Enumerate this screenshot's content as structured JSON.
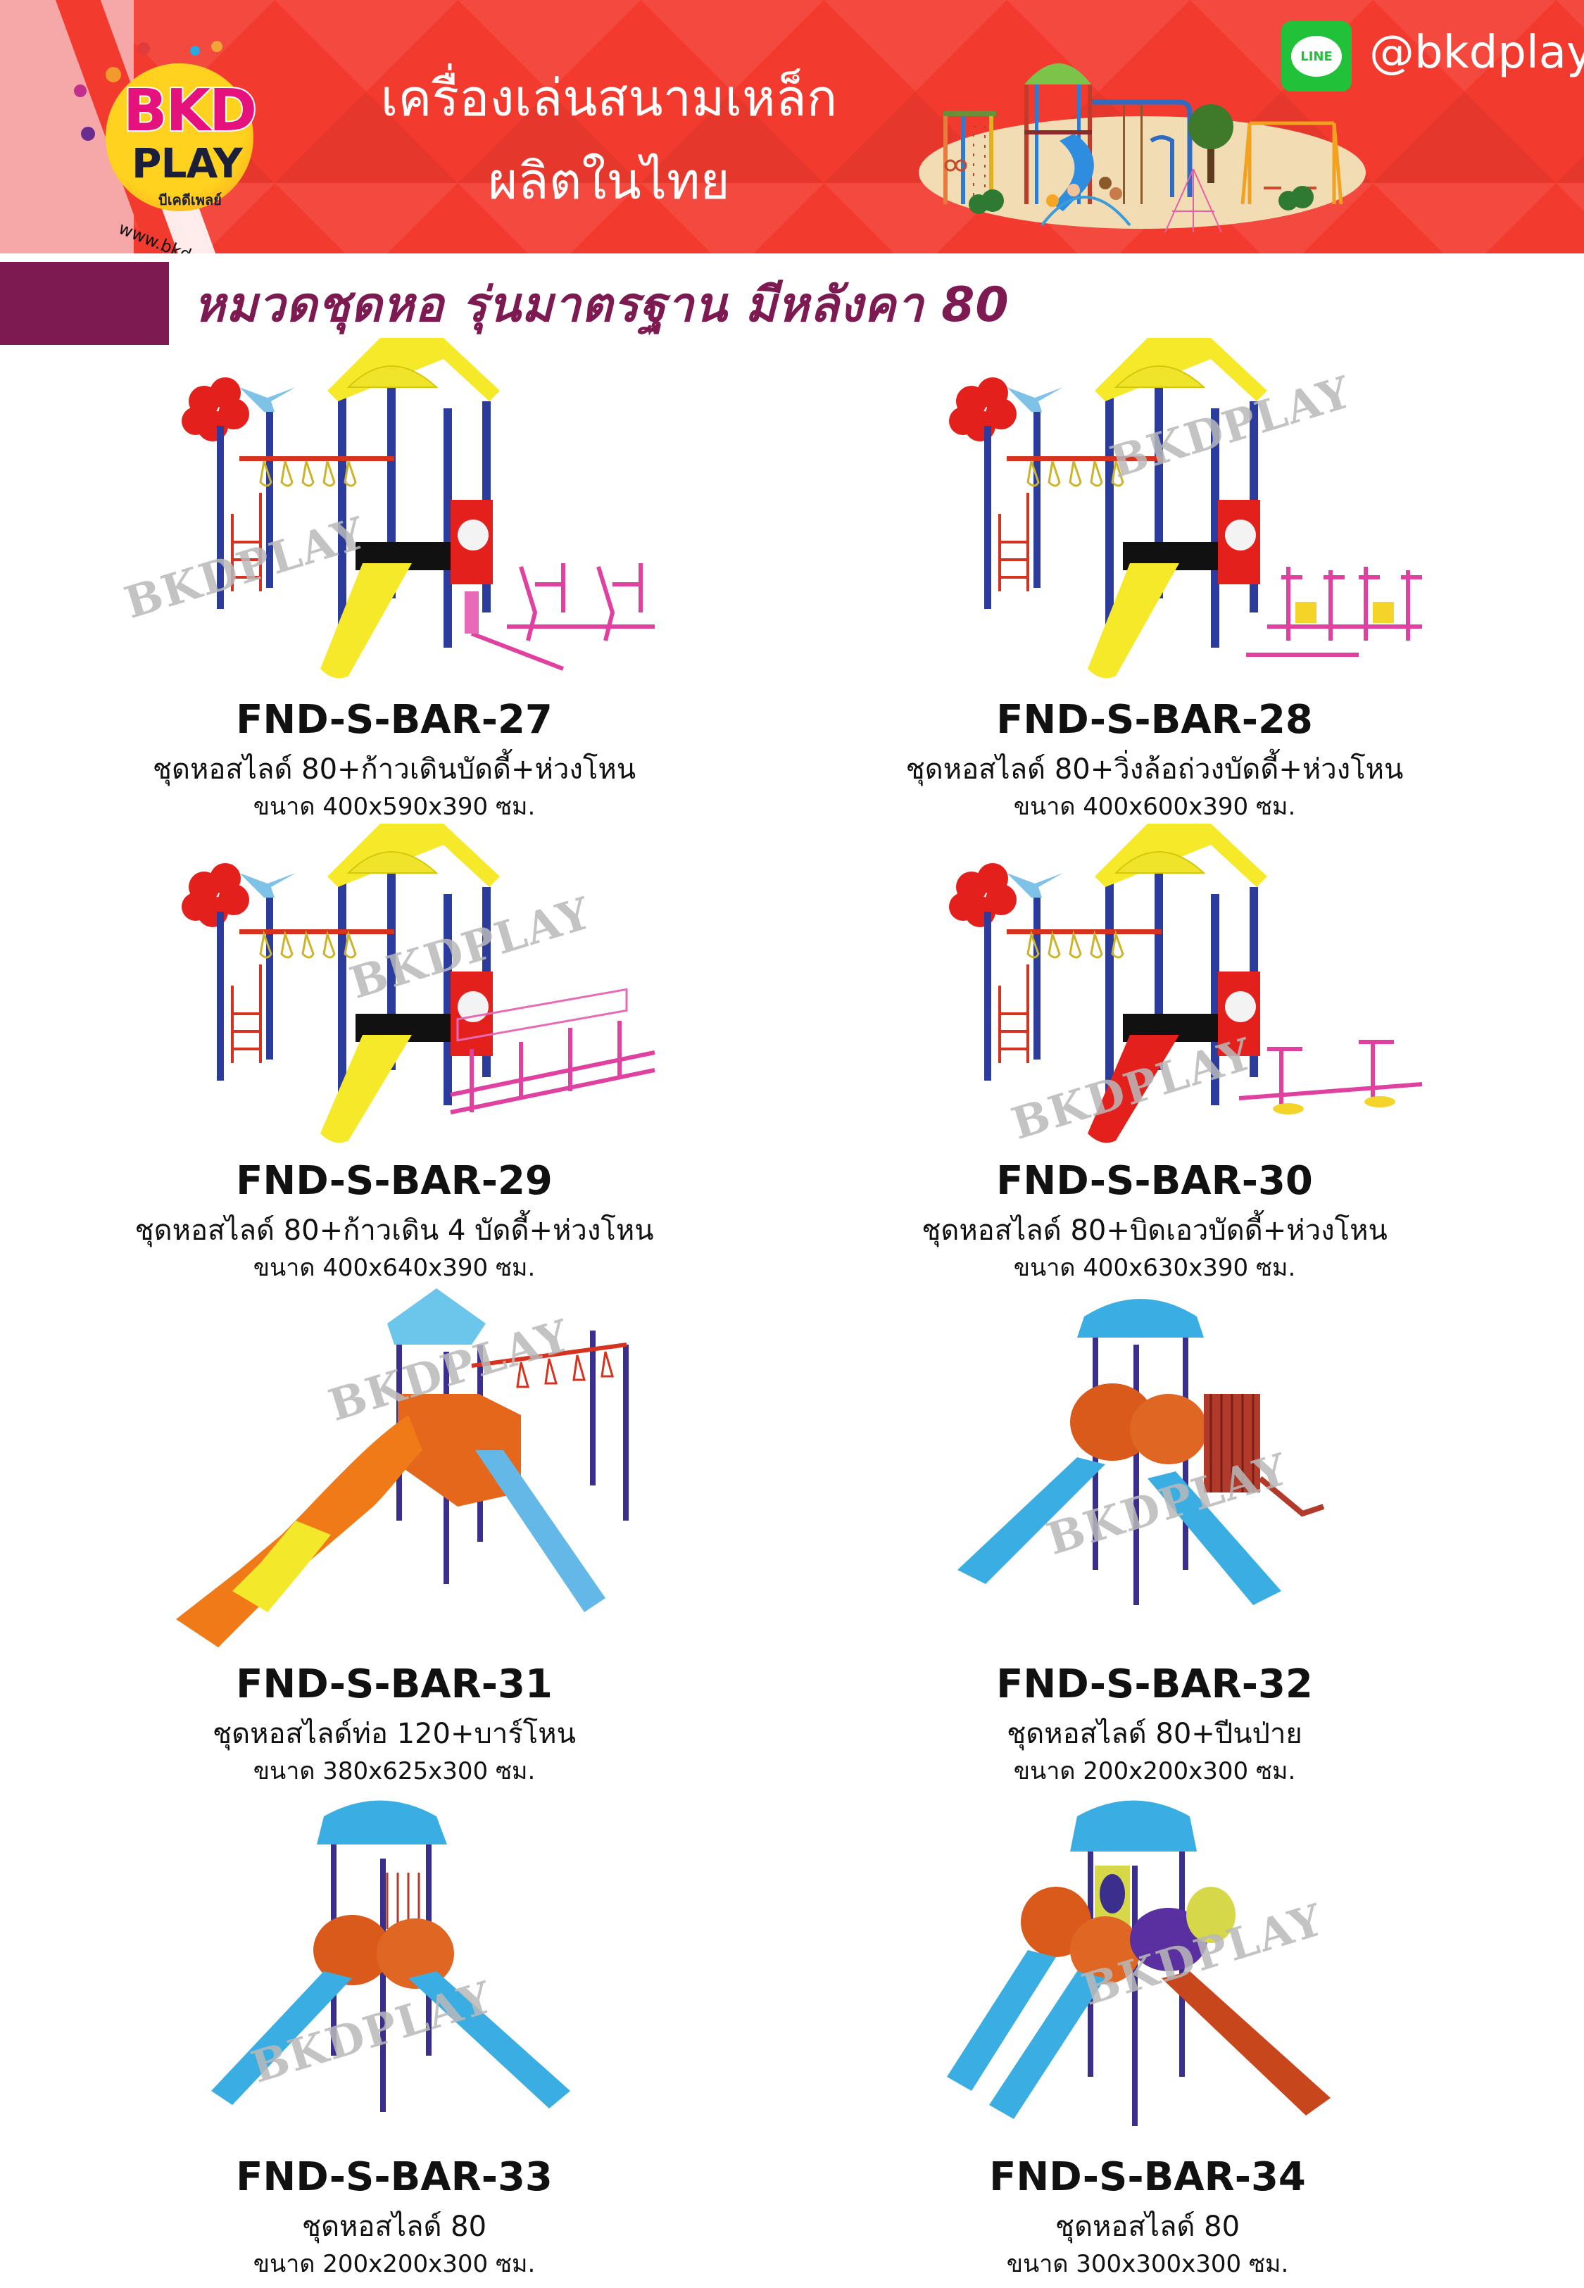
{
  "header": {
    "brand": {
      "logo_top": "BKD",
      "logo_bottom": "PLAY",
      "logo_thai": "บีเคดีเพลย์",
      "website": "www.bkdplay.com"
    },
    "title_line1": "เครื่องเล่นสนามเหล็ก",
    "title_line2": "ผลิตในไทย",
    "line_badge_label": "LINE",
    "line_handle": "@bkdplay"
  },
  "section": {
    "title": "หมวดชุดหอ รุ่นมาตรฐาน มีหลังคา 80",
    "accent_color": "#7e1a52"
  },
  "watermark_text": "BKDPLAY",
  "products": [
    {
      "code": "FND-S-BAR-27",
      "description": "ชุดหอสไลด์ 80+ก้าวเดินบัดดี้+ห่วงโหน",
      "size": "ขนาด 400x590x390 ซม.",
      "roof_color": "#f5e92a",
      "slide_color": "#f5e92a"
    },
    {
      "code": "FND-S-BAR-28",
      "description": "ชุดหอสไลด์ 80+วิ่งล้อถ่วงบัดดี้+ห่วงโหน",
      "size": "ขนาด 400x600x390 ซม.",
      "roof_color": "#f5e92a",
      "slide_color": "#f5e92a"
    },
    {
      "code": "FND-S-BAR-29",
      "description": "ชุดหอสไลด์ 80+ก้าวเดิน 4 บัดดี้+ห่วงโหน",
      "size": "ขนาด 400x640x390 ซม.",
      "roof_color": "#f5e92a",
      "slide_color": "#f5e92a"
    },
    {
      "code": "FND-S-BAR-30",
      "description": "ชุดหอสไลด์ 80+บิดเอวบัดดี้+ห่วงโหน",
      "size": "ขนาด 400x630x390 ซม.",
      "roof_color": "#f5e92a",
      "slide_color": "#e8231f"
    },
    {
      "code": "FND-S-BAR-31",
      "description": "ชุดหอสไลด์ท่อ 120+บาร์โหน",
      "size": "ขนาด 380x625x300 ซม.",
      "roof_color": "#6cc6ec",
      "slide_color": "#f07a18"
    },
    {
      "code": "FND-S-BAR-32",
      "description": "ชุดหอสไลด์ 80+ปีนป่าย",
      "size": "ขนาด 200x200x300 ซม.",
      "roof_color": "#3aaee2",
      "slide_color": "#3aaee2"
    },
    {
      "code": "FND-S-BAR-33",
      "description": "ชุดหอสไลด์ 80",
      "size": "ขนาด 200x200x300 ซม.",
      "roof_color": "#3aaee2",
      "slide_color": "#3aaee2"
    },
    {
      "code": "FND-S-BAR-34",
      "description": "ชุดหอสไลด์ 80",
      "size": "ขนาด 300x300x300 ซม.",
      "roof_color": "#3aaee2",
      "slide_color": "#3aaee2"
    }
  ]
}
